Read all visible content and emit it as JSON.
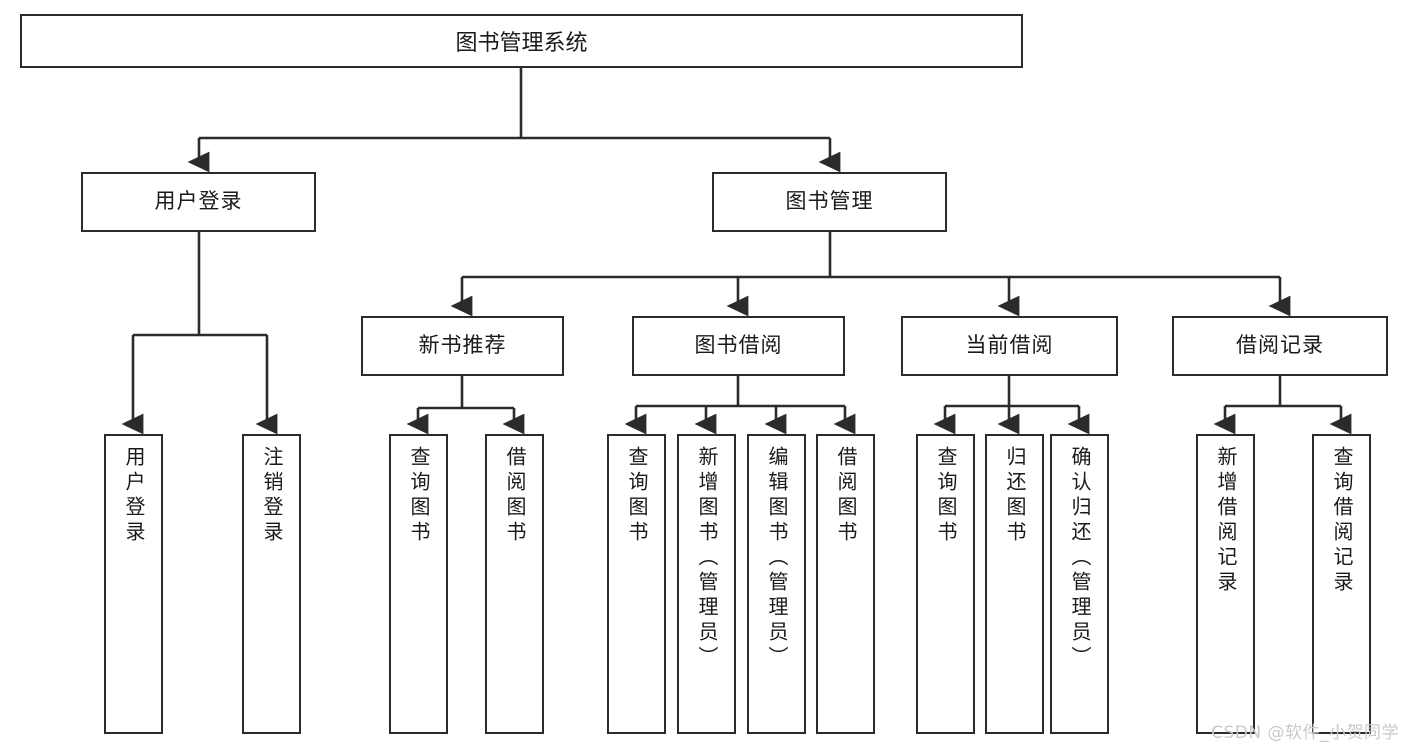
{
  "diagram": {
    "title": "图书管理系统",
    "watermark": "CSDN @软件_小贺同学",
    "colors": {
      "stroke": "#2b2b2b",
      "fill": "#ffffff",
      "text": "#1a1a1a",
      "watermark": "#c9c9c9"
    },
    "nodes": {
      "root": "图书管理系统",
      "user_login": "用户登录",
      "book_manage": "图书管理",
      "new_book_rec": "新书推荐",
      "book_borrow": "图书借阅",
      "current_borrow": "当前借阅",
      "borrow_record": "借阅记录",
      "leaf_user_login": "用户登录",
      "leaf_user_logout": "注销登录",
      "leaf_rec_query": "查询图书",
      "leaf_rec_borrow": "借阅图书",
      "leaf_borrow_query": "查询图书",
      "leaf_borrow_add": "新增图书（管理员）",
      "leaf_borrow_edit": "编辑图书（管理员）",
      "leaf_borrow_do": "借阅图书",
      "leaf_cur_query": "查询图书",
      "leaf_cur_return": "归还图书",
      "leaf_cur_confirm": "确认归还（管理员）",
      "leaf_rec_add": "新增借阅记录",
      "leaf_rec_query2": "查询借阅记录"
    }
  }
}
